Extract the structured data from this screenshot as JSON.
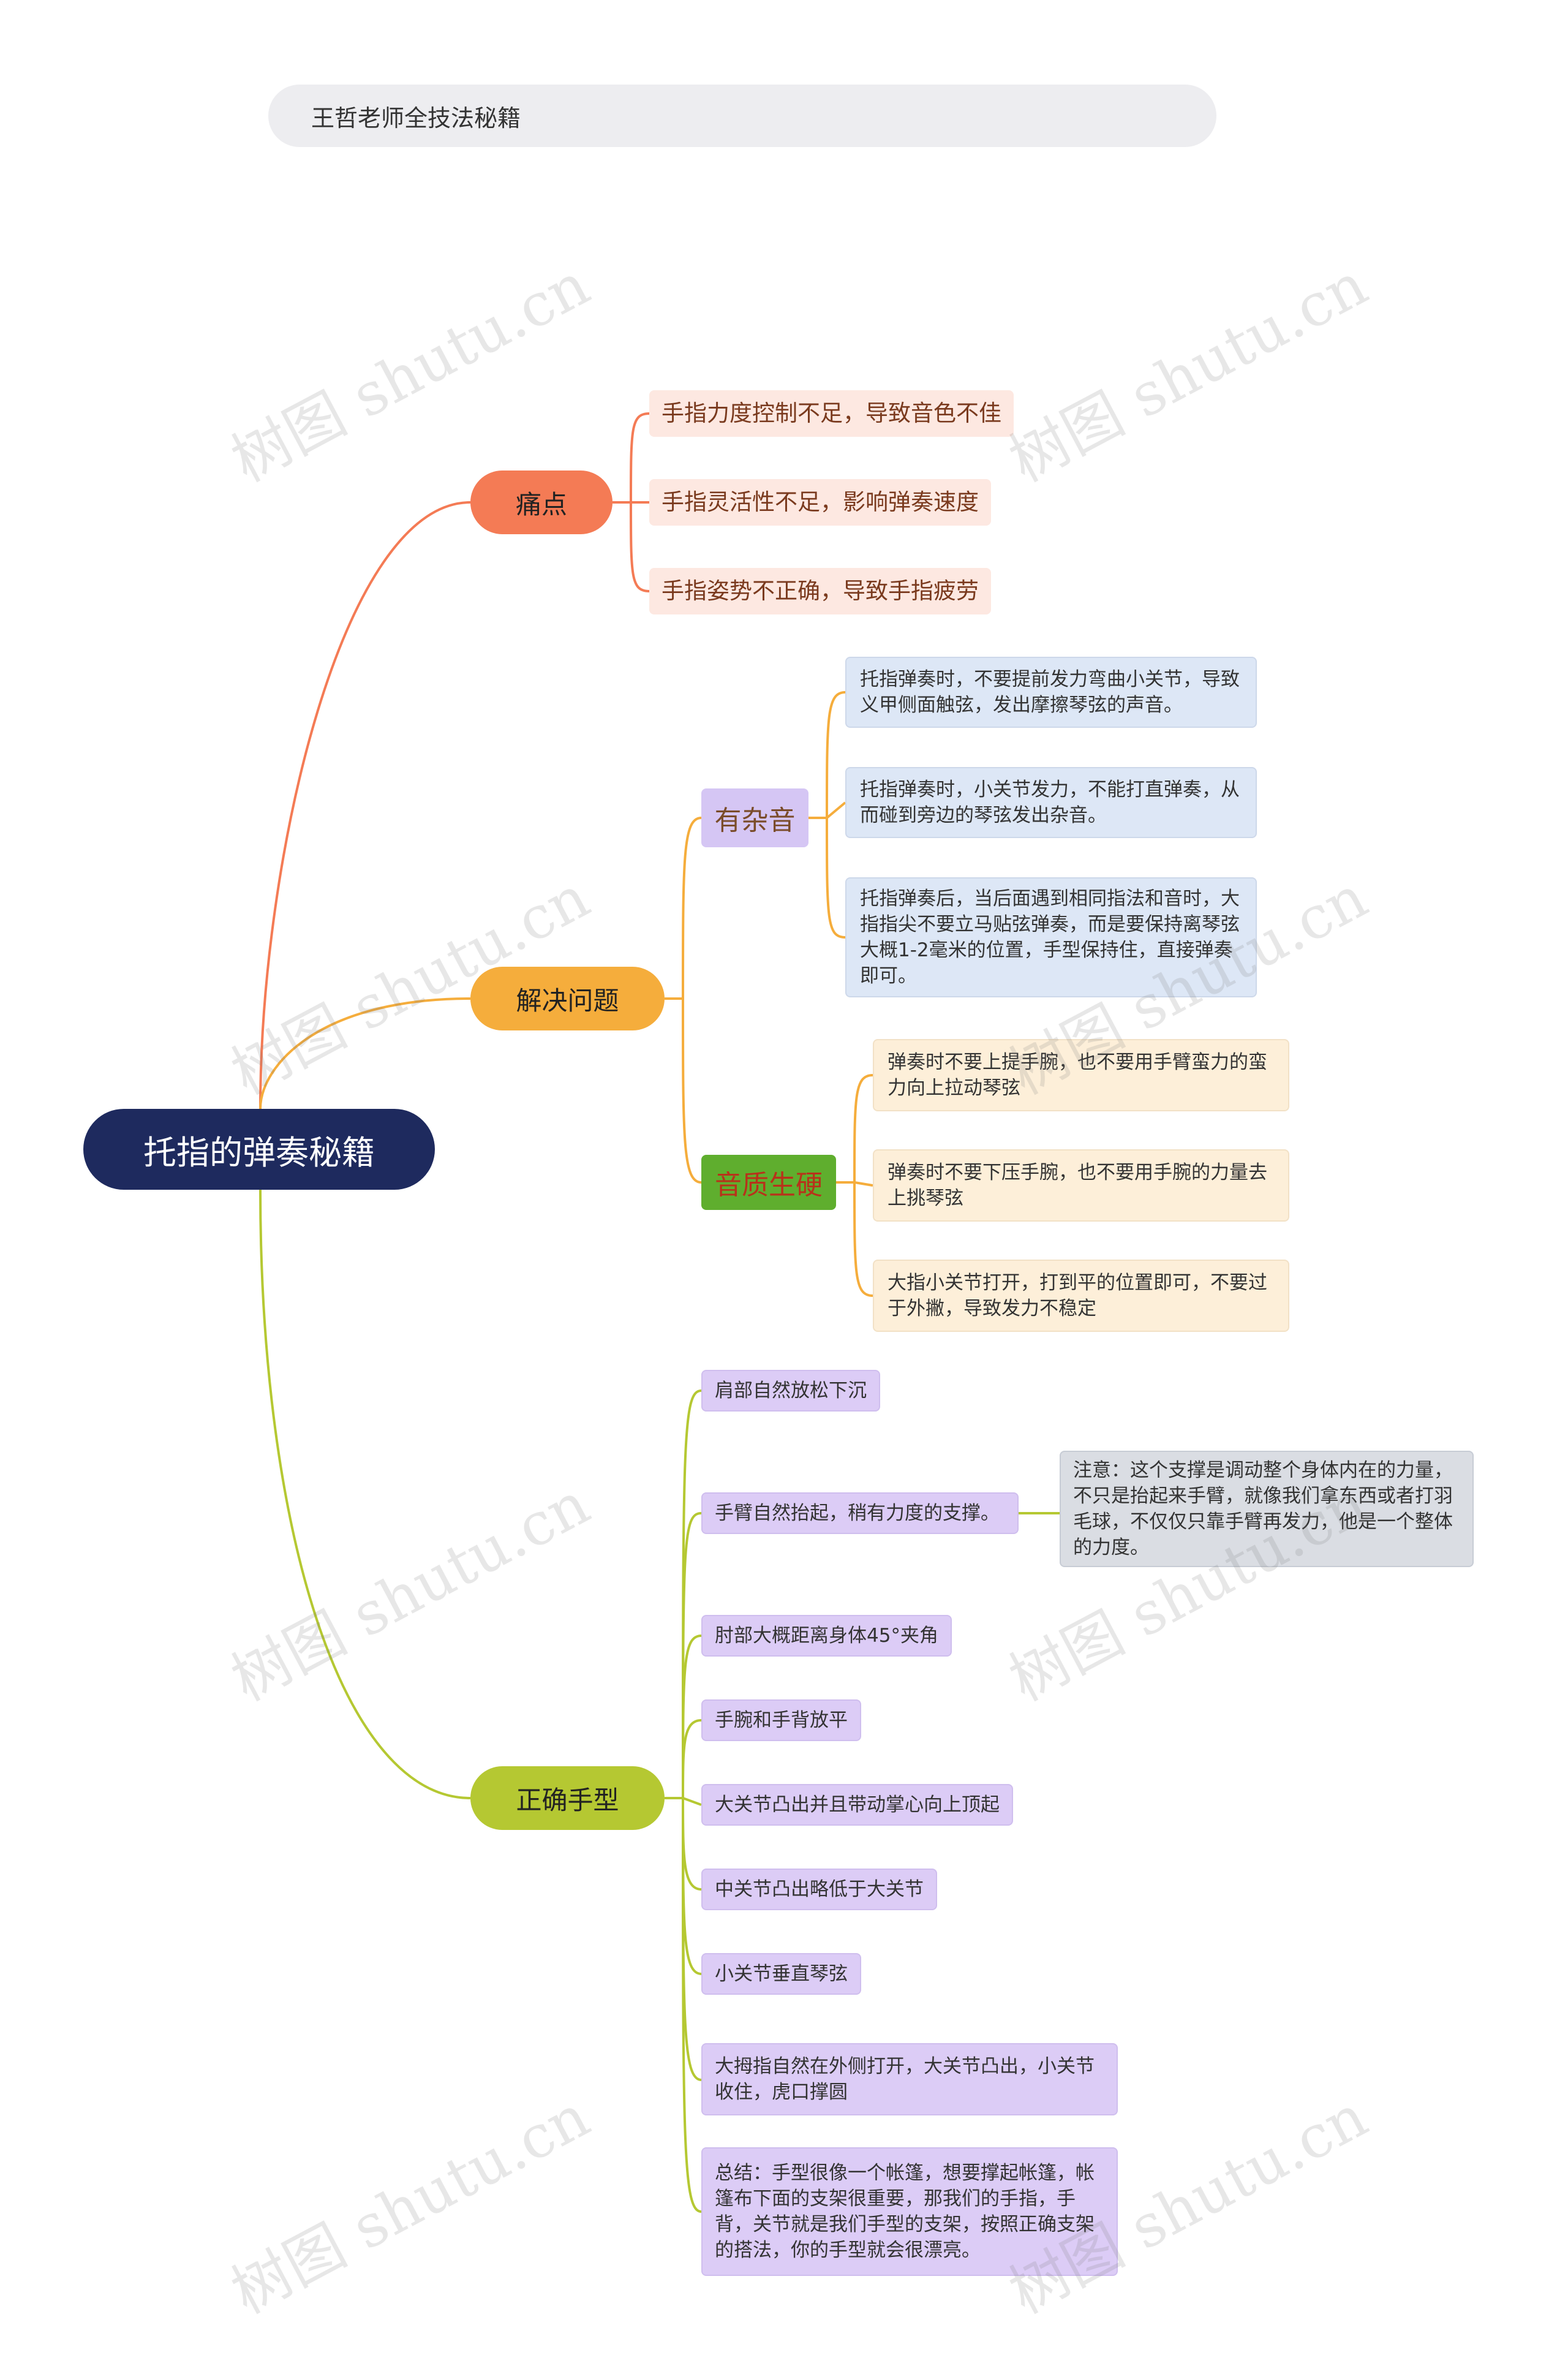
{
  "header": {
    "title": "王哲老师全技法秘籍"
  },
  "root": {
    "label": "托指的弹奏秘籍"
  },
  "branches": {
    "pain": {
      "label": "痛点",
      "items": [
        "手指力度控制不足，导致音色不佳",
        "手指灵活性不足，影响弹奏速度",
        "手指姿势不正确，导致手指疲劳"
      ]
    },
    "solve": {
      "label": "解决问题",
      "noise": {
        "label": "有杂音",
        "items": [
          "托指弹奏时，不要提前发力弯曲小关节，导致义甲侧面触弦，发出摩擦琴弦的声音。",
          "托指弹奏时，小关节发力，不能打直弹奏，从而碰到旁边的琴弦发出杂音。",
          "托指弹奏后，当后面遇到相同指法和音时，大指指尖不要立马贴弦弹奏，而是要保持离琴弦大概1-2毫米的位置，手型保持住，直接弹奏即可。"
        ]
      },
      "hard": {
        "label": "音质生硬",
        "items": [
          "弹奏时不要上提手腕，也不要用手臂蛮力的蛮力向上拉动琴弦",
          "弹奏时不要下压手腕，也不要用手腕的力量去上挑琴弦",
          "大指小关节打开，打到平的位置即可，不要过于外撇，导致发力不稳定"
        ]
      }
    },
    "hand": {
      "label": "正确手型",
      "items": [
        "肩部自然放松下沉",
        "手臂自然抬起，稍有力度的支撑。",
        "肘部大概距离身体45°夹角",
        "手腕和手背放平",
        "大关节凸出并且带动掌心向上顶起",
        "中关节凸出略低于大关节",
        "小关节垂直琴弦",
        "大拇指自然在外侧打开，大关节凸出，小关节收住，虎口撑圆",
        "总结：手型很像一个帐篷，想要撑起帐篷，帐篷布下面的支架很重要，那我们的手指，手背，关节就是我们手型的支架，按照正确支架的搭法，你的手型就会很漂亮。"
      ],
      "note": "注意：这个支撑是调动整个身体内在的力量，不只是抬起来手臂，就像我们拿东西或者打羽毛球，不仅仅只靠手臂再发力，他是一个整体的力度。"
    }
  },
  "colors": {
    "root": "#1e2a5e",
    "pain": "#f47b55",
    "solve": "#f5ad3c",
    "hand": "#b5c832",
    "noise_tag": "#d5c6f4",
    "hard_tag": "#5fae2e"
  },
  "watermark": "树图 shutu.cn"
}
